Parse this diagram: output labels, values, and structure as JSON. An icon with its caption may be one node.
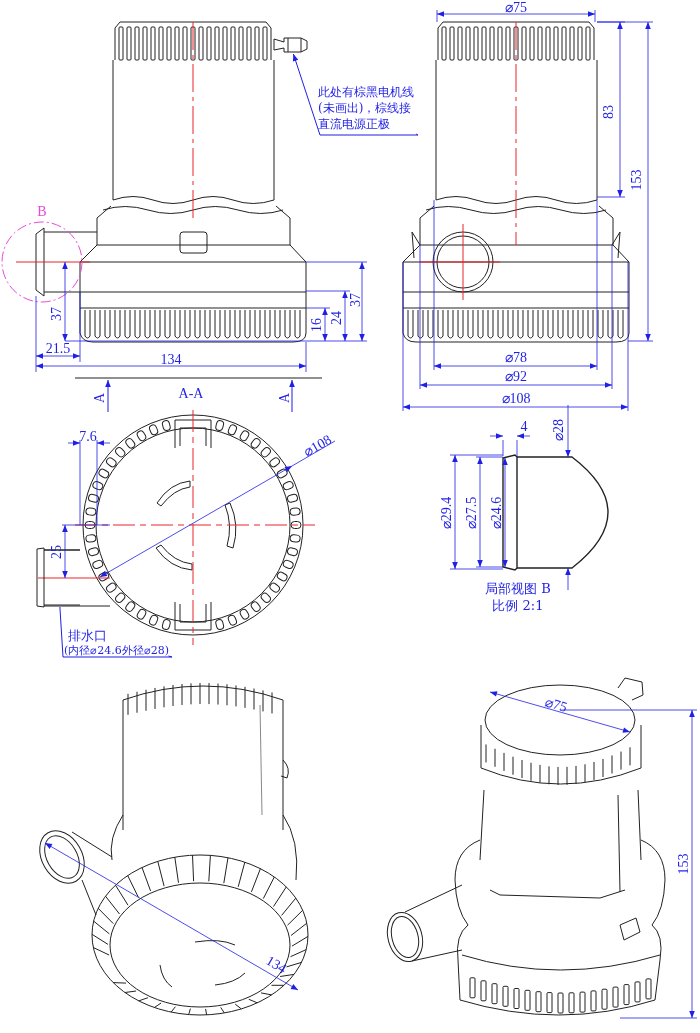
{
  "diagram": {
    "nodes": [
      {
        "text": [
          "此处有棕黑电机线(未画出)，棕线接直流电源正极"
        ]
      },
      {
        "text": [],
        "shape": "picture"
      },
      {
        "text": [
          "排水口",
          "(内径⌀24.6外径⌀28)"
        ]
      },
      {
        "text": [],
        "shape": "picture"
      }
    ],
    "edges": [
      {
        "from": 0,
        "to": 1,
        "arrow": "to"
      },
      {
        "from": 2,
        "to": 3,
        "arrow": "none"
      }
    ],
    "labels": [
      "B",
      "⌀75",
      "83",
      "153",
      "37",
      "24",
      "16",
      "37",
      "21.5",
      "134",
      "⌀78",
      "⌀92",
      "A",
      "A-A",
      "A",
      "⌀108",
      "4",
      "⌀28",
      "7.6",
      "⌀108",
      "⌀29.4",
      "⌀27.5",
      "⌀24.6",
      "25",
      "局部视图 B",
      "比例 2:1",
      "⌀75",
      "153",
      "134"
    ]
  }
}
